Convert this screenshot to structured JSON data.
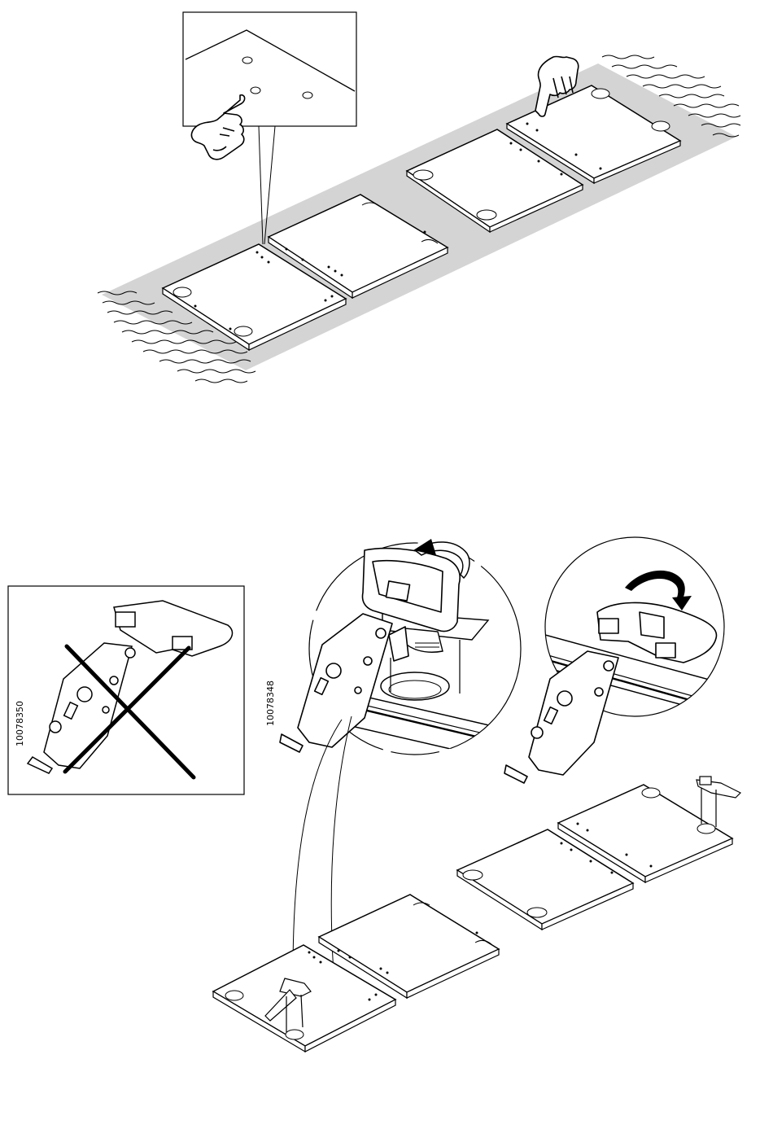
{
  "page": {
    "background": "#ffffff",
    "line_color": "#000000",
    "rug_color": "#d4d4d4"
  },
  "step_top": {
    "icons": [
      "pointing-hand-icon",
      "hand-touch-icon"
    ],
    "panels": 4,
    "description_elements": [
      "floor-rug",
      "door-panel",
      "detail-callout"
    ]
  },
  "step_bottom": {
    "wrong_callout": {
      "code": "10078350",
      "icon": "cross-icon"
    },
    "detail_callout_left": {
      "code": "10078348",
      "icon": "rotate-arrow-icon"
    },
    "detail_callout_right": {
      "icon": "rotate-arrow-icon"
    },
    "panels": 4
  }
}
